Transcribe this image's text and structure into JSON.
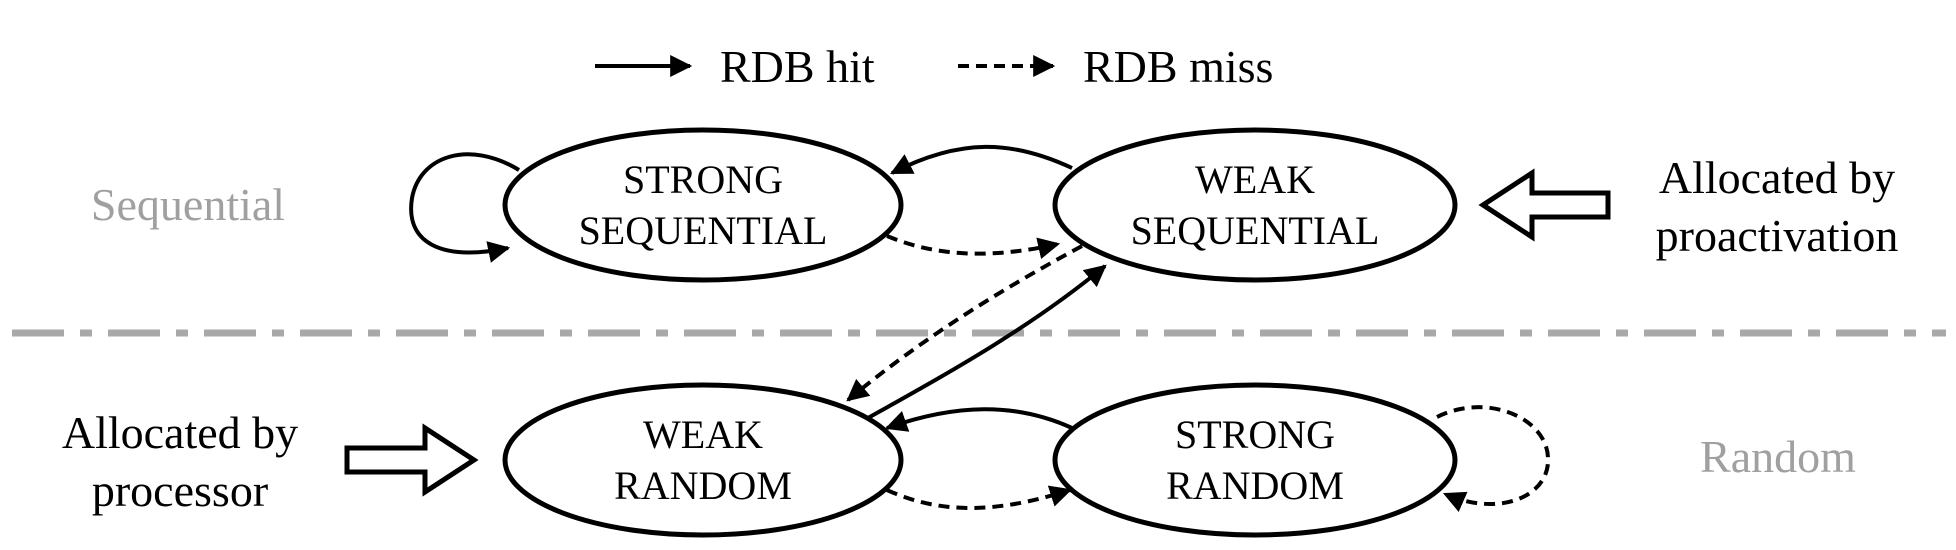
{
  "legend": {
    "hit_label": "RDB hit",
    "miss_label": "RDB miss"
  },
  "regions": {
    "sequential": "Sequential",
    "random": "Random"
  },
  "states": {
    "strong_sequential": {
      "line1": "STRONG",
      "line2": "SEQUENTIAL"
    },
    "weak_sequential": {
      "line1": "WEAK",
      "line2": "SEQUENTIAL"
    },
    "weak_random": {
      "line1": "WEAK",
      "line2": "RANDOM"
    },
    "strong_random": {
      "line1": "STRONG",
      "line2": "RANDOM"
    }
  },
  "allocation": {
    "proactivation": {
      "line1": "Allocated by",
      "line2": "proactivation"
    },
    "processor": {
      "line1": "Allocated by",
      "line2": "processor"
    }
  },
  "colors": {
    "ink": "#000000",
    "region_label": "#a0a0a0",
    "divider": "#a8a8a8"
  }
}
